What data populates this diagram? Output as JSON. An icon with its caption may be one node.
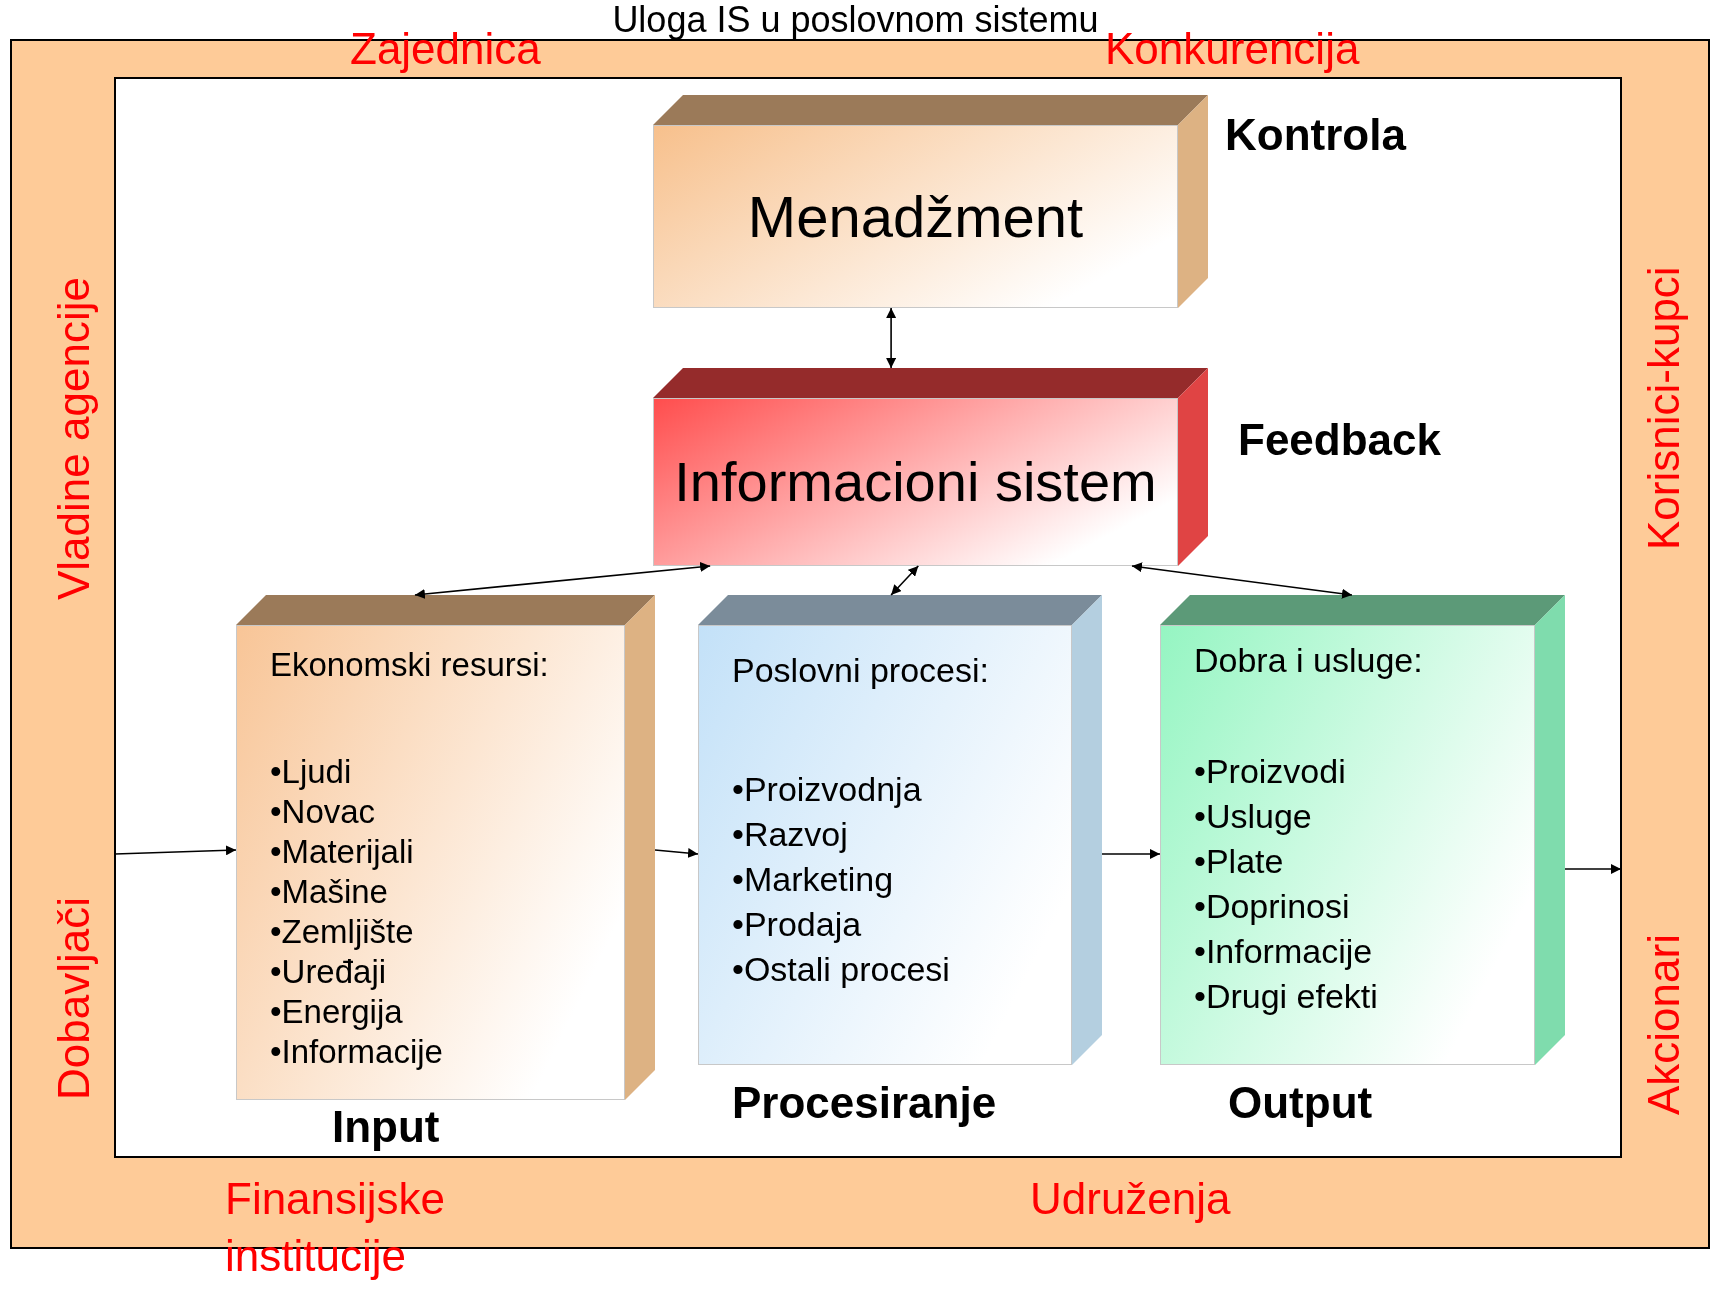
{
  "diagram": {
    "title": "Uloga IS u poslovnom sistemu",
    "nodes": [
      {
        "text": [
          "Menadžment"
        ],
        "beside": [
          "Kontrola"
        ]
      },
      {
        "text": [
          "Informacioni sistem"
        ],
        "beside": [
          "Feedback"
        ]
      },
      {
        "text": [
          "Ekonomski resursi:",
          "•Ljudi",
          "•Novac",
          "•Materijali",
          "•Mašine",
          "•Zemljište",
          "•Uređaji",
          "•Energija",
          "•Informacije"
        ],
        "beside": [
          "Input"
        ]
      },
      {
        "text": [
          "Poslovni procesi:",
          "•Proizvodnja",
          "•Razvoj",
          "•Marketing",
          "•Prodaja",
          "•Ostali procesi"
        ],
        "beside": [
          "Procesiranje"
        ]
      },
      {
        "text": [
          "Dobra i usluge:",
          "•Proizvodi",
          "•Usluge",
          "•Plate",
          "•Doprinosi",
          "•Informacije",
          "•Drugi efekti"
        ],
        "beside": [
          "Output"
        ]
      }
    ],
    "edges": [
      {
        "from": 0,
        "to": 1,
        "arrow": "both"
      },
      {
        "from": 1,
        "to": 2,
        "arrow": "both"
      },
      {
        "from": 1,
        "to": 3,
        "arrow": "both"
      },
      {
        "from": 1,
        "to": 4,
        "arrow": "both"
      },
      {
        "from": 2,
        "to": 3,
        "arrow": "to"
      },
      {
        "from": 3,
        "to": 4,
        "arrow": "to"
      },
      {
        "from": null,
        "to": 2,
        "arrow": "to"
      },
      {
        "from": 4,
        "to": null,
        "arrow": "to"
      }
    ],
    "labels": [
      "Zajednica",
      "Konkurencija",
      "Vladine agencije",
      "Korisnici-kupci",
      "Dobavljači",
      "Akcionari",
      "Finansijske institucije",
      "Udruženja"
    ]
  }
}
